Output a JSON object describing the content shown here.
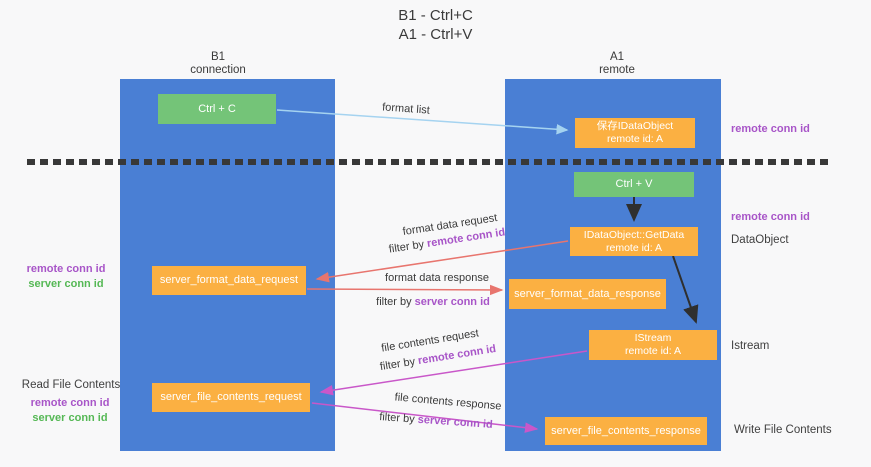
{
  "title": {
    "line1": "B1 - Ctrl+C",
    "line2": "A1 - Ctrl+V"
  },
  "lifelines": {
    "left": {
      "line1": "B1",
      "line2": "connection"
    },
    "right": {
      "line1": "A1",
      "line2": "remote"
    }
  },
  "nodes": {
    "ctrl_c": "Ctrl + C",
    "ctrl_v": "Ctrl + V",
    "save_idataobject_line1": "保存IDataObject",
    "save_idataobject_line2": "remote id: A",
    "getdata_line1": "IDataObject::GetData",
    "getdata_line2": "remote id: A",
    "istream_line1": "IStream",
    "istream_line2": "remote id: A",
    "server_format_data_request": "server_format_data_request",
    "server_format_data_response": "server_format_data_response",
    "server_file_contents_request": "server_file_contents_request",
    "server_file_contents_response": "server_file_contents_response"
  },
  "side_labels": {
    "right_remote_conn_id_top": "remote conn id",
    "right_remote_conn_id_mid": "remote conn id",
    "dataobject": "DataObject",
    "istream": "Istream",
    "write_file_contents": "Write File Contents",
    "left_remote_conn_id_top": "remote conn id",
    "left_server_conn_id_top": "server conn id",
    "read_file_contents": "Read File Contents",
    "left_remote_conn_id_bottom": "remote conn id",
    "left_server_conn_id_bottom": "server conn id"
  },
  "arrow_labels": {
    "format_list": "format list",
    "format_request_line1": "format data request",
    "format_request_filter_prefix": "filter by ",
    "format_request_filter_id": "remote conn id",
    "format_response_line1": "format data response",
    "format_response_filter_prefix": "filter by ",
    "format_response_filter_id": "server conn id",
    "file_request_line1": "file contents request",
    "file_request_filter_prefix": "filter by ",
    "file_request_filter_id": "remote conn id",
    "file_response_line1": "file contents response",
    "file_response_filter_prefix": "filter by ",
    "file_response_filter_id": "server conn id"
  },
  "colors": {
    "background": "#f8f8f9",
    "lifeline_blue": "#4a7fd4",
    "box_orange": "#fbb042",
    "box_green": "#74c478",
    "arrow_red": "#e8756e",
    "arrow_magenta": "#c957c9",
    "arrow_light_blue": "#a5d3f0",
    "arrow_black": "#2f2f2f",
    "label_purple": "#a855c8",
    "label_green": "#55b855",
    "text_dark": "#3a3a3a",
    "divider_dark": "#383838"
  }
}
